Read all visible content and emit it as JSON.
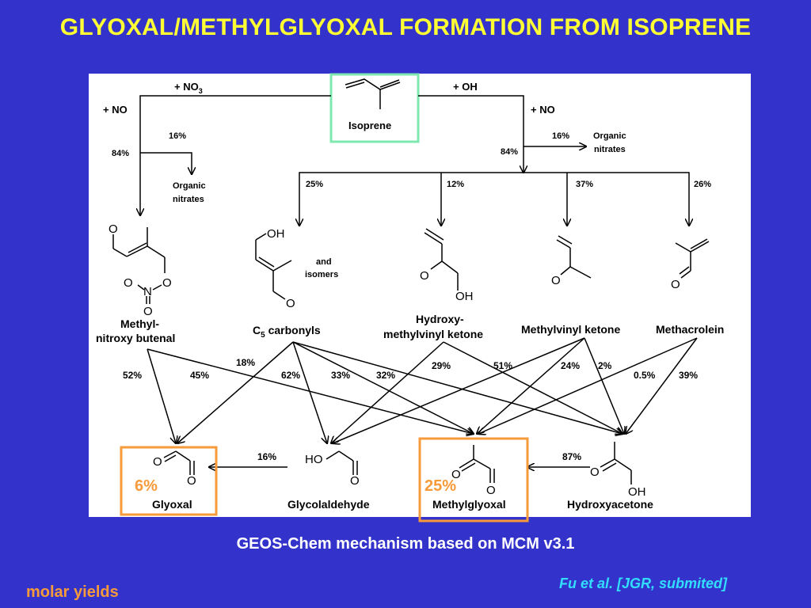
{
  "title": "GLYOXAL/METHYLGLYOXAL FORMATION FROM ISOPRENE",
  "diagram": {
    "no3": "+ NO",
    "no3_sub": "3",
    "oh": "+ OH",
    "no_left": "+ NO",
    "no_right": "+ NO",
    "isoprene": "Isoprene",
    "left_16": "16%",
    "left_84": "84%",
    "left_nitrates_1": "Organic",
    "left_nitrates_2": "nitrates",
    "right_16": "16%",
    "right_84": "84%",
    "right_nitrates_1": "Organic",
    "right_nitrates_2": "nitrates",
    "split": [
      "25%",
      "12%",
      "37%",
      "26%"
    ],
    "and_isomers_1": "and",
    "and_isomers_2": "isomers",
    "methyl_nitroxy_1": "Methyl-",
    "methyl_nitroxy_2": "nitroxy butenal",
    "c5": "C",
    "c5_sub": "5",
    "c5_rest": " carbonyls",
    "hmvk_1": "Hydroxy-",
    "hmvk_2": "methylvinyl ketone",
    "mvk": "Methylvinyl ketone",
    "macr": "Methacrolein",
    "yields": [
      "52%",
      "45%",
      "18%",
      "62%",
      "33%",
      "32%",
      "29%",
      "51%",
      "24%",
      "2%",
      "0.5%",
      "39%"
    ],
    "glyc_16": "16%",
    "hac_87": "87%",
    "glyoxal": "Glyoxal",
    "glycolaldehyde": "Glycolaldehyde",
    "methylglyoxal": "Methylglyoxal",
    "hydroxyacetone": "Hydroxyacetone",
    "glyoxal_total": "6%",
    "mgly_total": "25%",
    "atom_o": "O",
    "atom_n": "N",
    "atom_oh": "OH",
    "atom_ho": "HO"
  },
  "caption": "GEOS-Chem mechanism based on MCM v3.1",
  "molar_yields": "molar yields",
  "citation": "Fu et al. [JGR, submited]",
  "colors": {
    "background": "#3333cc",
    "title": "#ffff33",
    "isoprene_box": "#7fe8b0",
    "product_box": "#f79a3a",
    "citation": "#33ddff"
  }
}
